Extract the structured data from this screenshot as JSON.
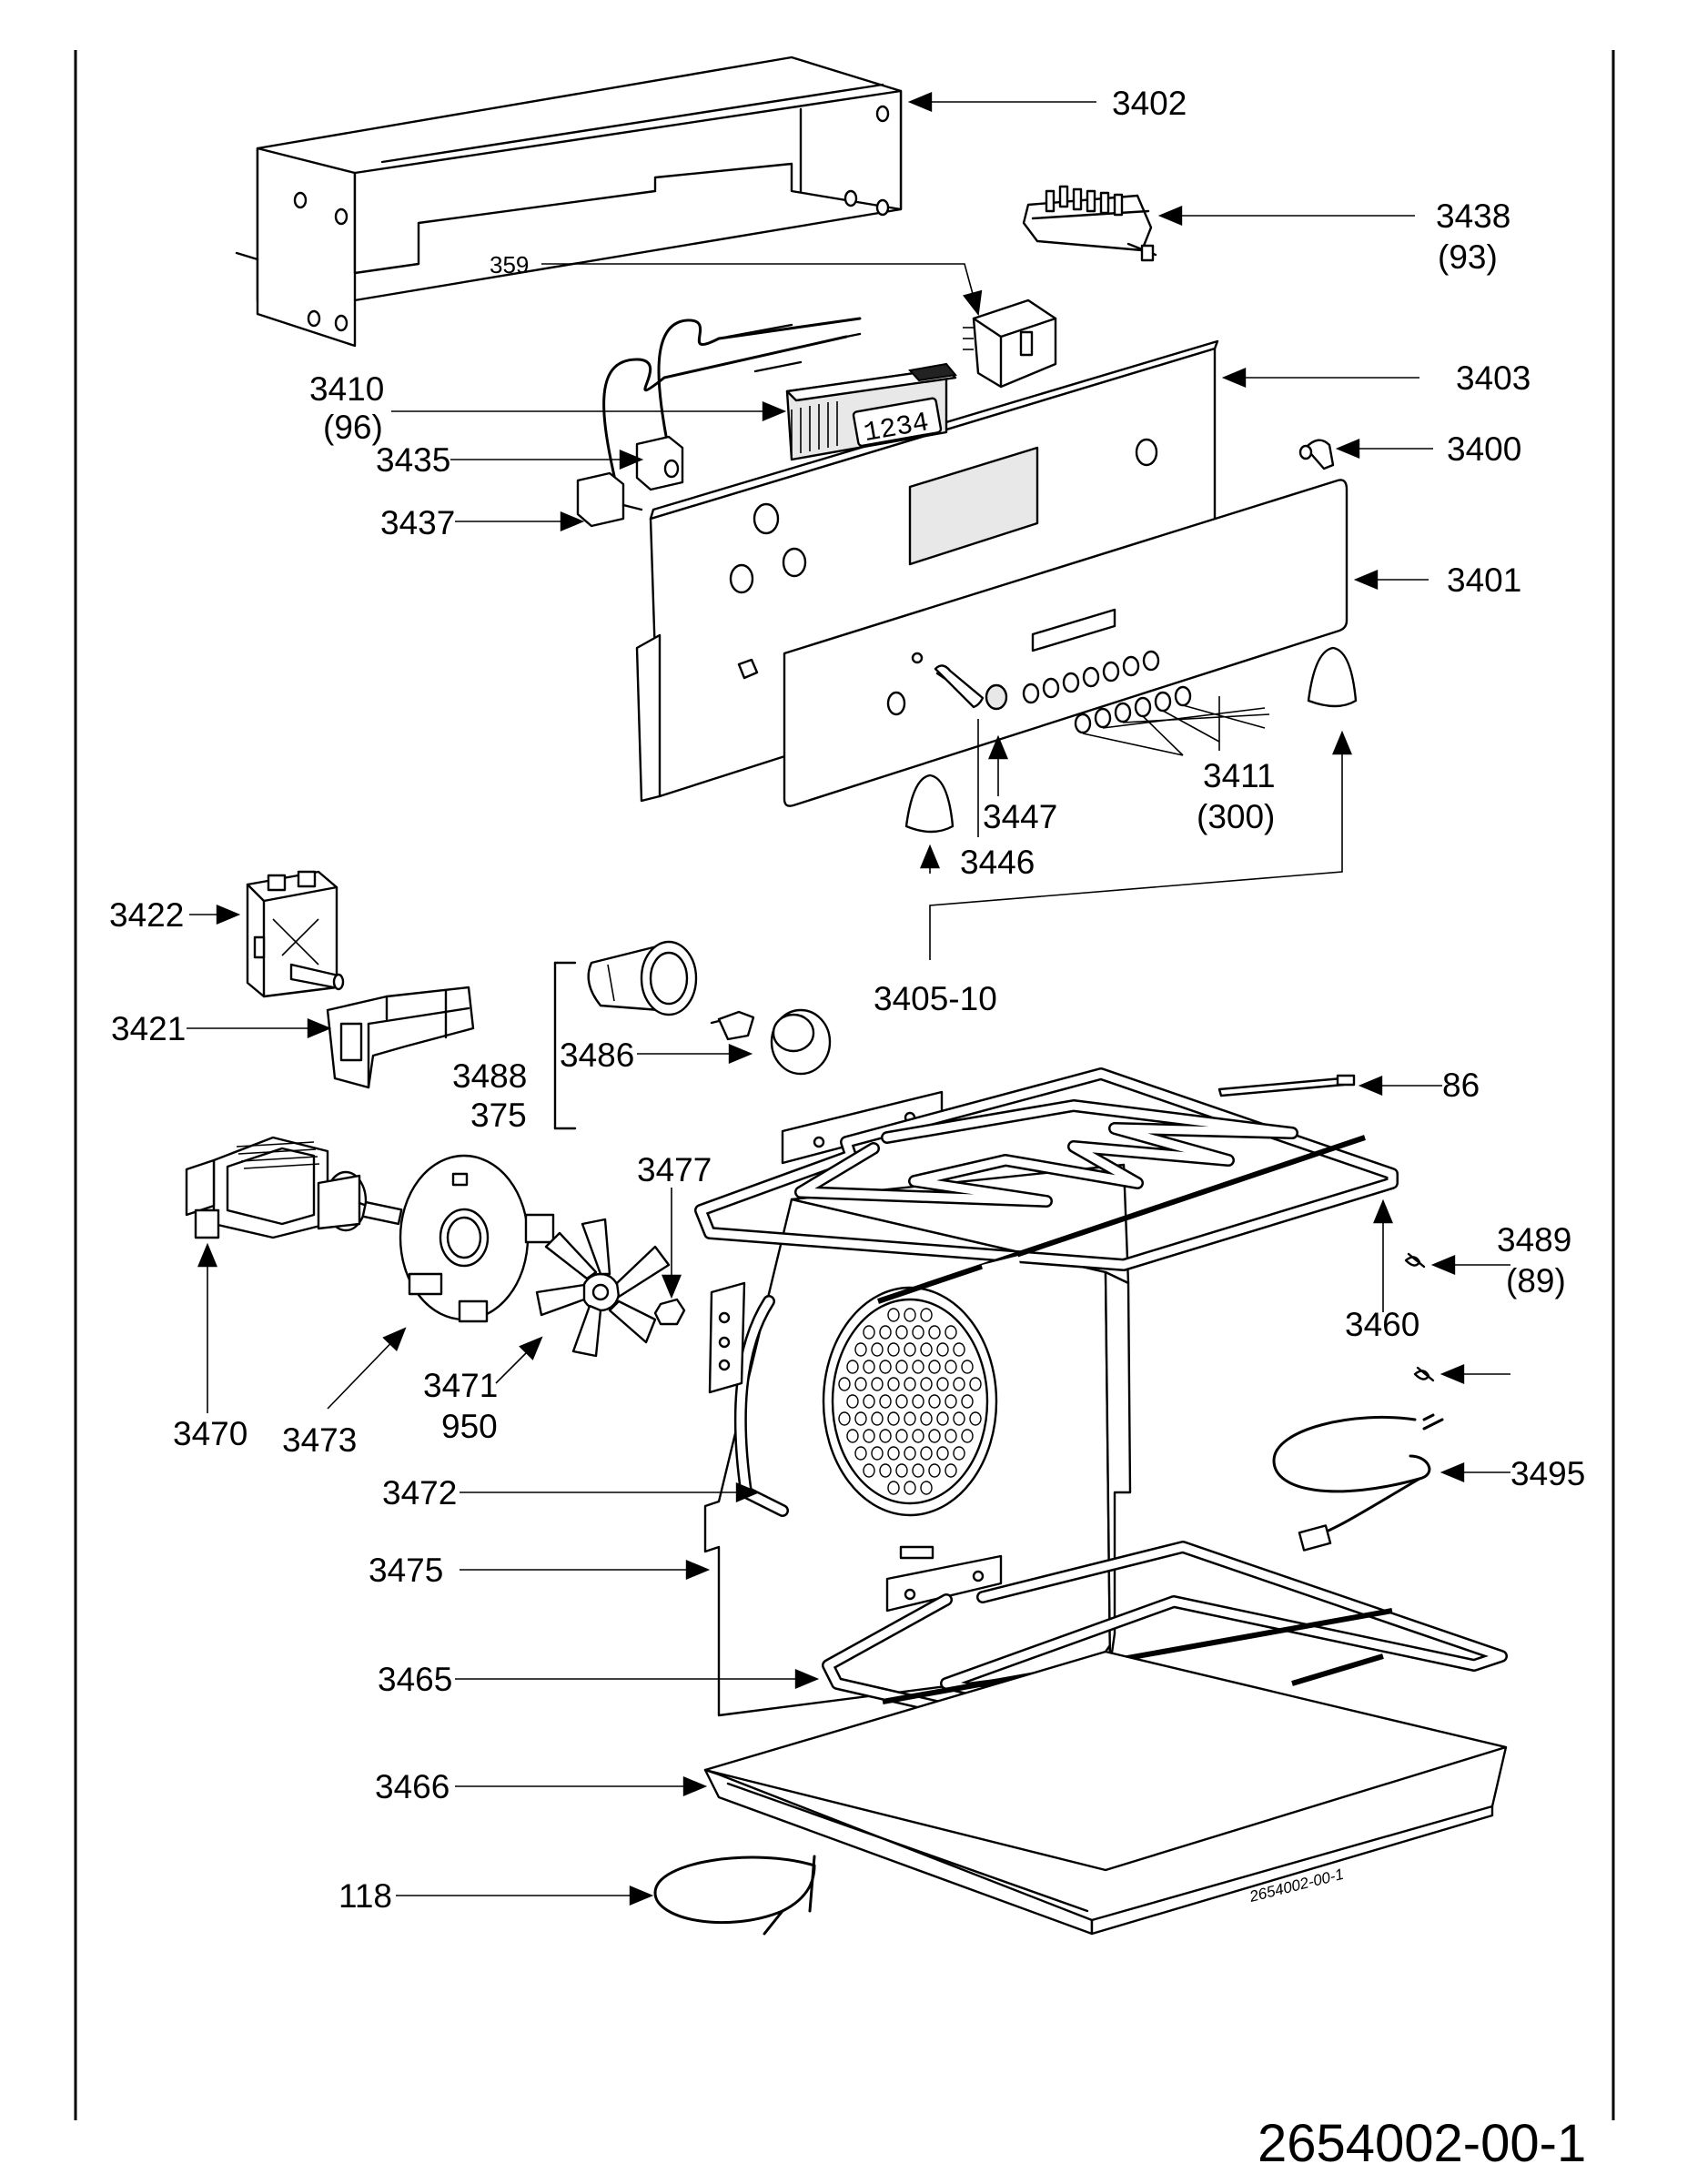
{
  "diagram": {
    "drawing_number_small": "2654002-00-1",
    "drawing_number_large": "2654002-00-1",
    "display_digits": "1234",
    "labels": {
      "l3402": "3402",
      "l3438": "3438",
      "l3438b": "(93)",
      "l359": "359",
      "l3410": "3410",
      "l3410b": "(96)",
      "l3403": "3403",
      "l3435": "3435",
      "l3400": "3400",
      "l3437": "3437",
      "l3401": "3401",
      "l3411": "3411",
      "l3411b": "(300)",
      "l3447": "3447",
      "l3446": "3446",
      "l3422": "3422",
      "l3405": "3405-10",
      "l3421": "3421",
      "l3486": "3486",
      "l3488": "3488",
      "l375": "375",
      "l86": "86",
      "l3477": "3477",
      "l3489": "3489",
      "l3489b": "(89)",
      "l3460": "3460",
      "l3471": "3471",
      "l950": "950",
      "l3470": "3470",
      "l3473": "3473",
      "l3495": "3495",
      "l3472": "3472",
      "l3475": "3475",
      "l3465": "3465",
      "l3466": "3466",
      "l118": "118"
    }
  }
}
